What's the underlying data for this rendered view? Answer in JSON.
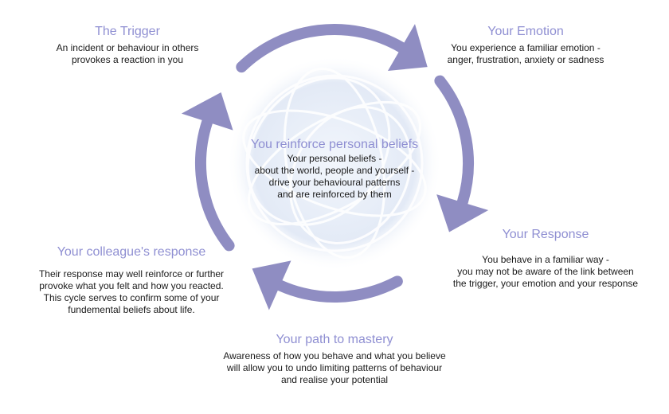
{
  "colors": {
    "arrow": "#8f8dc2",
    "title": "#8f8fd2",
    "text": "#1a1a1a"
  },
  "center": {
    "title": "You reinforce personal beliefs",
    "body": "Your personal beliefs -\nabout the world, people and yourself -\ndrive your behavioural patterns\nand are reinforced by them"
  },
  "stages": [
    {
      "title": "The Trigger",
      "body": "An incident or behaviour in others\nprovokes a reaction in you"
    },
    {
      "title": "Your Emotion",
      "body": "You experience a familiar emotion -\nanger, frustration, anxiety or sadness"
    },
    {
      "title": "Your Response",
      "body": "You behave in a familiar way -\nyou may not be aware of the link between\nthe trigger, your emotion and your response"
    },
    {
      "title": "Your path to mastery",
      "body": "Awareness of how you behave and what you believe\nwill allow you to undo limiting patterns of behaviour\nand realise your potential"
    },
    {
      "title": "Your colleague's response",
      "body": "Their response may well reinforce or further\nprovoke  what you felt and how you reacted.\nThis cycle serves to confirm some of your\nfundemental beliefs about life."
    }
  ]
}
